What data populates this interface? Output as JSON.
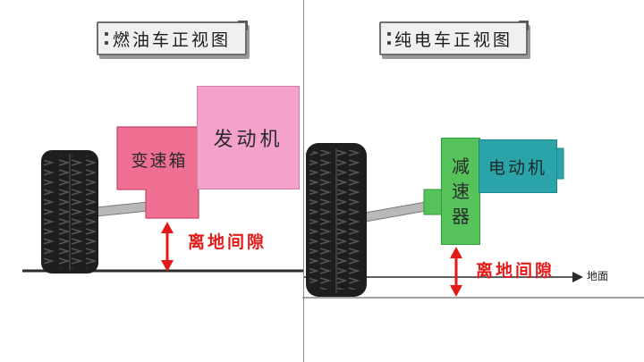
{
  "colors": {
    "engine": "#f4a2cc",
    "gearbox": "#ef6f93",
    "reducer": "#55c25a",
    "motor": "#2aa4a8",
    "gap_arrow": "#e21a1a",
    "tire": "#1e1e1e",
    "ground": "#2b2b2b"
  },
  "left_panel": {
    "title": "燃油车正视图",
    "engine_label": "发动机",
    "gearbox_label": "变速箱",
    "gap_label": "离地间隙"
  },
  "right_panel": {
    "title": "纯电车正视图",
    "reducer_chars": [
      "减",
      "速",
      "器"
    ],
    "motor_label": "电动机",
    "gap_label": "离地间隙",
    "ground_label": "地面"
  }
}
